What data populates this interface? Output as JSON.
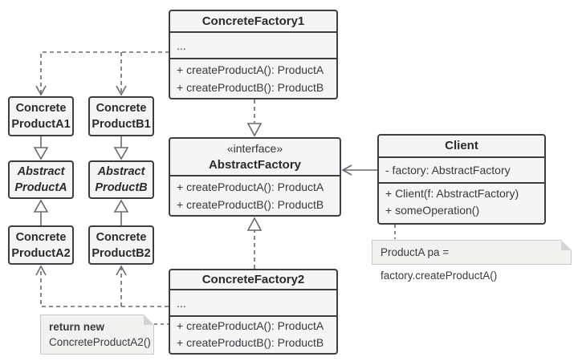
{
  "colors": {
    "box_border": "#3e3d43",
    "box_fill": "#f5f5f5",
    "connector": "#6b6870",
    "note_fill": "#f1f1f0",
    "note_border": "#c9c9c9",
    "background": "#ffffff"
  },
  "classes": {
    "concrete_factory1": {
      "name": "ConcreteFactory1",
      "fields_placeholder": "...",
      "methods": [
        "+ createProductA(): ProductA",
        "+ createProductB(): ProductB"
      ]
    },
    "abstract_factory": {
      "stereotype": "«interface»",
      "name": "AbstractFactory",
      "methods": [
        "+ createProductA(): ProductA",
        "+ createProductB(): ProductB"
      ]
    },
    "concrete_factory2": {
      "name": "ConcreteFactory2",
      "fields_placeholder": "...",
      "methods": [
        "+ createProductA(): ProductA",
        "+ createProductB(): ProductB"
      ]
    },
    "client": {
      "name": "Client",
      "attributes": [
        "- factory: AbstractFactory"
      ],
      "methods": [
        "+ Client(f: AbstractFactory)",
        "+ someOperation()"
      ]
    },
    "concrete_product_a1": {
      "line1": "Concrete",
      "line2": "ProductA1"
    },
    "concrete_product_b1": {
      "line1": "Concrete",
      "line2": "ProductB1"
    },
    "abstract_product_a": {
      "line1": "Abstract",
      "line2": "ProductA"
    },
    "abstract_product_b": {
      "line1": "Abstract",
      "line2": "ProductB"
    },
    "concrete_product_a2": {
      "line1": "Concrete",
      "line2": "ProductA2"
    },
    "concrete_product_b2": {
      "line1": "Concrete",
      "line2": "ProductB2"
    }
  },
  "notes": {
    "return_new": {
      "line1": "return new",
      "line2": "ConcreteProductA2()"
    },
    "client_code": {
      "text": "ProductA pa = factory.createProductA()"
    }
  }
}
